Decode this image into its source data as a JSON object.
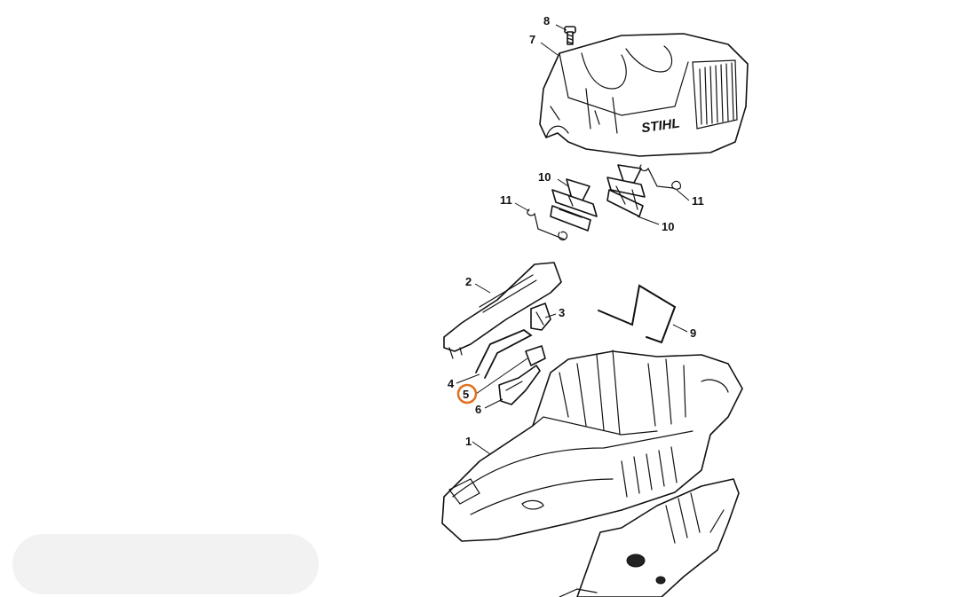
{
  "diagram": {
    "brand_text": "STIHL",
    "highlight_color": "#e07020",
    "callouts": [
      {
        "id": "c8",
        "label": "8"
      },
      {
        "id": "c7",
        "label": "7"
      },
      {
        "id": "c10a",
        "label": "10"
      },
      {
        "id": "c11a",
        "label": "11"
      },
      {
        "id": "c11b",
        "label": "11"
      },
      {
        "id": "c10b",
        "label": "10"
      },
      {
        "id": "c2",
        "label": "2"
      },
      {
        "id": "c3",
        "label": "3"
      },
      {
        "id": "c9",
        "label": "9"
      },
      {
        "id": "c4",
        "label": "4"
      },
      {
        "id": "c5",
        "label": "5",
        "highlighted": true
      },
      {
        "id": "c6",
        "label": "6"
      },
      {
        "id": "c1",
        "label": "1"
      }
    ]
  }
}
